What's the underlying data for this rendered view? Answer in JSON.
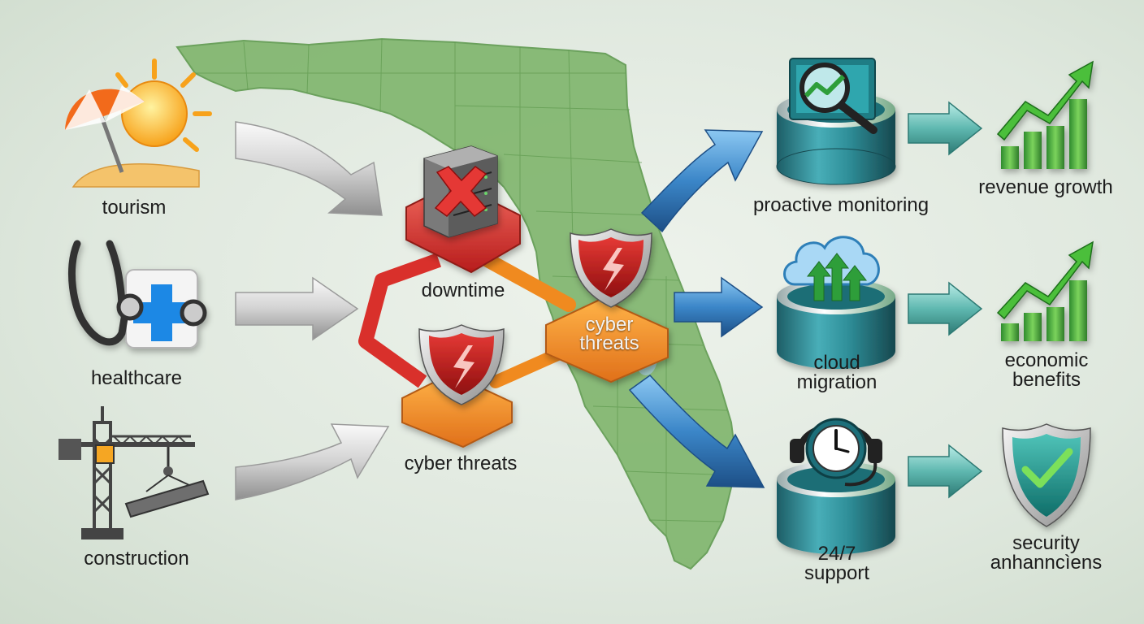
{
  "left_inputs": {
    "tourism": "tourism",
    "healthcare": "healthcare",
    "construction": "construction"
  },
  "problems": {
    "downtime": "downtime",
    "cyber_threats_center": "cyber threats",
    "cyber_threats_right": "cyber\nthreats"
  },
  "solutions": {
    "proactive_monitoring": "proactive monitoring",
    "cloud_migration": "cloud\nmigration",
    "support": "24/7\nsupport"
  },
  "outcomes": {
    "revenue_growth": "revenue growth",
    "economic_benefits": "economic\nbenefits",
    "security": "security\nanhanncìens"
  },
  "icons": {
    "tourism": "beach-umbrella-sun-icon",
    "healthcare": "stethoscope-medical-cross-icon",
    "construction": "crane-icon",
    "downtime": "server-error-icon",
    "cyber_threats": "broken-shield-icon",
    "monitoring": "magnifier-chart-icon",
    "cloud": "cloud-upload-icon",
    "support": "clock-headset-icon",
    "growth": "bar-chart-growth-icon",
    "security": "shield-check-icon"
  },
  "colors": {
    "map_green": "#7fb56c",
    "arrow_gray": "#bdbdbd",
    "arrow_blue": "#3b86c8",
    "arrow_teal": "#5fb8b0",
    "problem_red": "#d9302b",
    "problem_orange": "#f08a1f",
    "solution_teal": "#2f8f99",
    "growth_green": "#3ca33a"
  }
}
